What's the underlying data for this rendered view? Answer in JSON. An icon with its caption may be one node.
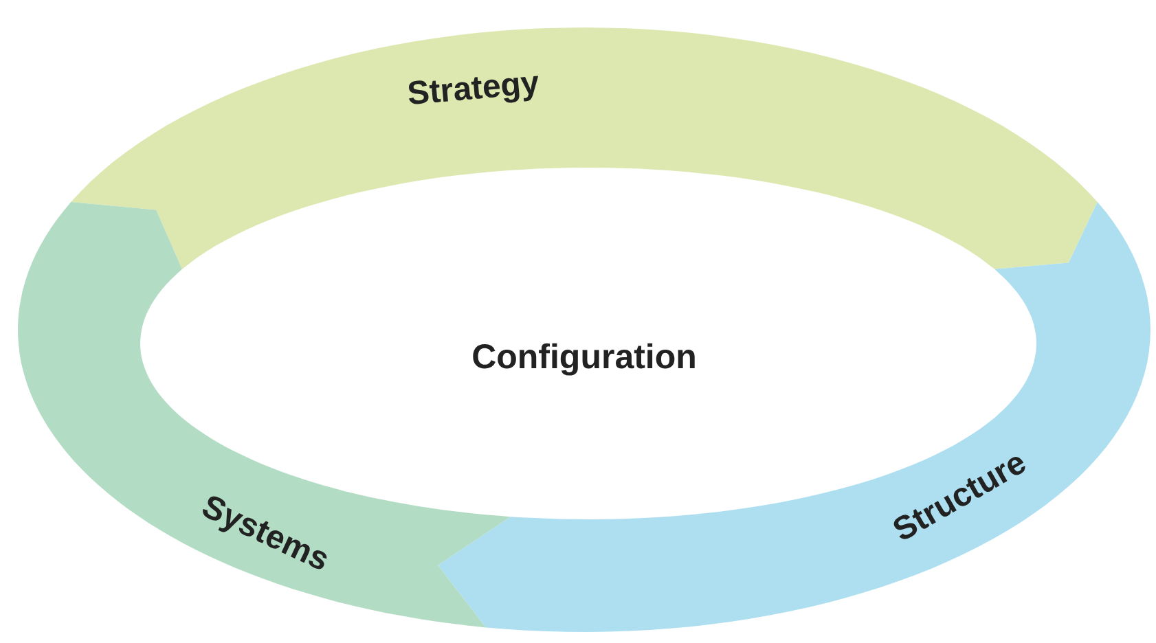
{
  "diagram": {
    "nodes": [
      {
        "text": [
          "Strategy"
        ]
      },
      {
        "text": [
          "Configuration"
        ]
      },
      {
        "text": [
          "Structure"
        ]
      },
      {
        "text": [
          "Systems"
        ]
      }
    ]
  }
}
